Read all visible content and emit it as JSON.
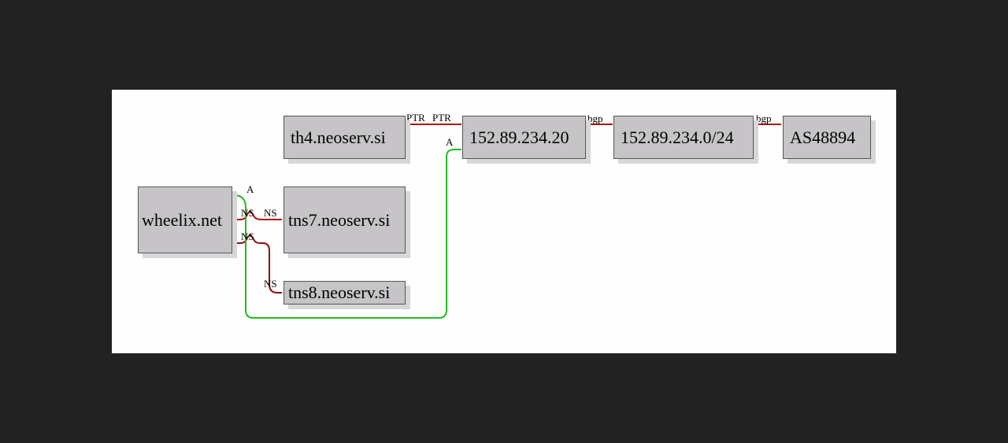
{
  "nodes": {
    "th4": "th4.neoserv.si",
    "ip": "152.89.234.20",
    "net": "152.89.234.0/24",
    "as": "AS48894",
    "wheelix": "wheelix.net",
    "tns7": "tns7.neoserv.si",
    "tns8": "tns8.neoserv.si"
  },
  "edge_labels": {
    "ptr_a": "PTR",
    "ptr_b": "PTR",
    "a_ip": "A",
    "a_wheelix": "A",
    "bgp_1": "bgp",
    "bgp_2": "bgp",
    "ns_w1": "NS",
    "ns_t7": "NS",
    "ns_w2": "NS",
    "ns_t8": "NS"
  },
  "colors": {
    "background": "#222222",
    "canvas": "#fdfefd",
    "node_fill": "#c6c4c7",
    "edge_red": "#b01010",
    "edge_green": "#22bb22"
  }
}
